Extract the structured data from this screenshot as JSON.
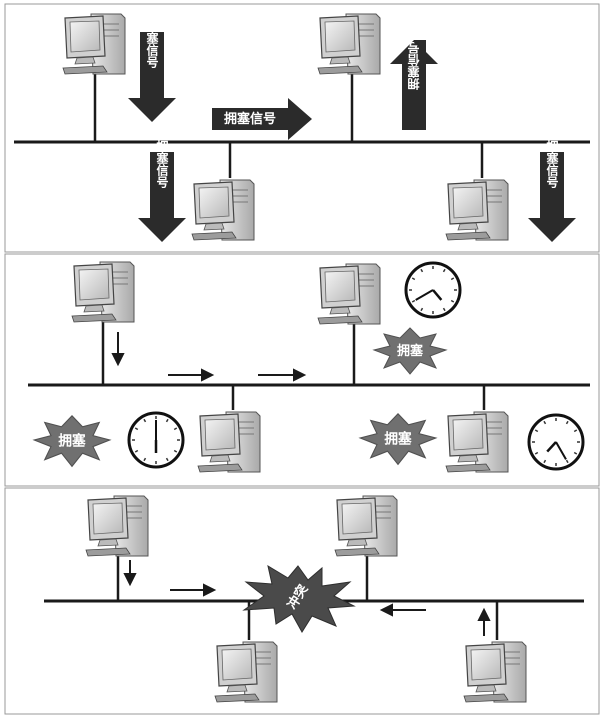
{
  "labels": {
    "congestion_signal": "拥塞信号",
    "congestion": "拥塞",
    "collision": "冲突"
  },
  "colors": {
    "bus": "#1a1a1a",
    "arrow_dark": "#2b2b2b",
    "burst_gray": "#6e6e6e",
    "burst_dark": "#4a4a4a",
    "panel_border": "#9a9a9a"
  },
  "icons": {
    "computer": "desktop-computer-icon",
    "clock": "clock-icon",
    "burst": "starburst-icon"
  },
  "clocks": [
    {
      "hour": 4,
      "minute": 40
    },
    {
      "hour": 6,
      "minute": 0
    },
    {
      "hour": 7,
      "minute": 25
    }
  ]
}
